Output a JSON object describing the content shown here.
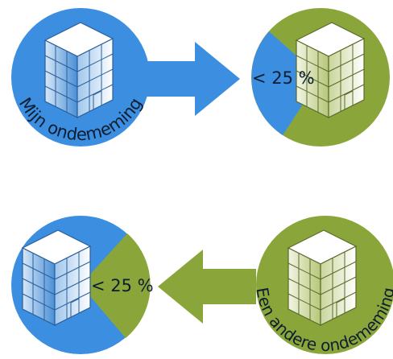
{
  "top_row": {
    "left_label": "Mijn ondememing",
    "right_label": "< 25 %"
  },
  "bottom_row": {
    "left_label": "< 25 %",
    "right_label": "Een andere ondememing"
  },
  "colors": {
    "blue": "#3b8ee0",
    "green": "#8aa63a",
    "white": "#ffffff"
  },
  "icons": [
    "building-icon",
    "arrow-right-icon",
    "arrow-left-icon"
  ]
}
